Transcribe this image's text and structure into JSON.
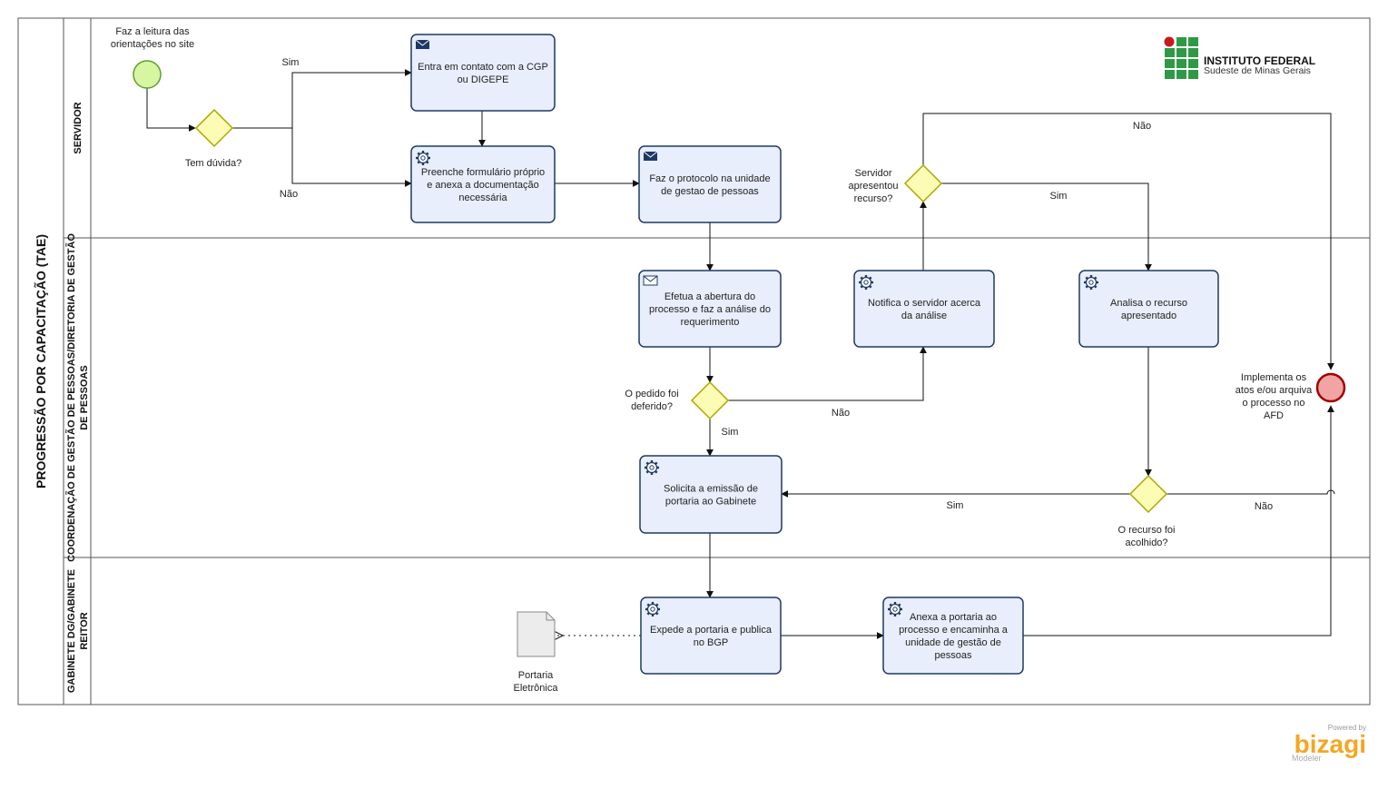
{
  "pool": {
    "title": "PROGRESSÃO POR CAPACITAÇÃO (TAE)"
  },
  "lanes": [
    {
      "id": "servidor",
      "lines": [
        "SERVIDOR"
      ]
    },
    {
      "id": "coordenacao",
      "lines": [
        "COORDENAÇÃO DE GESTÃO DE PESSOAS/DIRETORIA DE GESTÃO",
        "DE PESSOAS"
      ]
    },
    {
      "id": "gabinete",
      "lines": [
        "GABINETE DG/GABINETE",
        "REITOR"
      ]
    }
  ],
  "logo": {
    "name": "INSTITUTO FEDERAL",
    "sub": "Sudeste de Minas Gerais",
    "colors": {
      "green": "#2e9a46",
      "red": "#c8191f"
    }
  },
  "events": {
    "start": {
      "lines": [
        "Faz a leitura das",
        "orientações no site"
      ]
    },
    "end": {
      "lines": [
        "Implementa os",
        "atos e/ou arquiva",
        "o processo no",
        "AFD"
      ]
    }
  },
  "tasks": {
    "t1": {
      "icon": "envelope-icon",
      "lines": [
        "Entra em contato com a CGP",
        "ou DIGEPE"
      ]
    },
    "t2": {
      "icon": "gear-icon",
      "lines": [
        "Preenche formulário próprio",
        "e anexa a documentação",
        "necessária"
      ]
    },
    "t3": {
      "icon": "envelope-icon",
      "lines": [
        "Faz o protocolo na unidade",
        "de gestao de pessoas"
      ]
    },
    "t4": {
      "icon": "envelope-icon",
      "lines": [
        "Efetua a abertura do",
        "processo e faz a análise do",
        "requerimento"
      ]
    },
    "t5": {
      "icon": "gear-icon",
      "lines": [
        "Notifica o servidor  acerca",
        "da análise"
      ]
    },
    "t6": {
      "icon": "gear-icon",
      "lines": [
        "Analisa o recurso",
        "apresentado"
      ]
    },
    "t7": {
      "icon": "gear-icon",
      "lines": [
        "Solicita a emissão de",
        "portaria ao Gabinete"
      ]
    },
    "t8": {
      "icon": "gear-icon",
      "lines": [
        "Expede a portaria e publica",
        "no BGP"
      ]
    },
    "t9": {
      "icon": "gear-icon",
      "lines": [
        "Anexa a portaria ao",
        "processo e encaminha a",
        "unidade de gestão de",
        "pessoas"
      ]
    }
  },
  "gateways": {
    "g1": {
      "lines": [
        "Tem dúvida?"
      ]
    },
    "g2": {
      "lines": [
        "Servidor",
        "apresentou",
        "recurso?"
      ]
    },
    "g3": {
      "lines": [
        "O pedido foi",
        "deferido?"
      ]
    },
    "g4": {
      "lines": [
        "O recurso foi",
        "acolhido?"
      ]
    }
  },
  "flow_labels": {
    "g1_sim": "Sim",
    "g1_nao": "Não",
    "g2_nao": "Não",
    "g2_sim": "Sim",
    "g3_nao": "Não",
    "g3_sim": "Sim",
    "g4_sim": "Sim",
    "g4_nao": "Não"
  },
  "artifact": {
    "lines": [
      "Portaria",
      "Eletrônica"
    ]
  },
  "brand": {
    "powered": "Powered by",
    "name": "bizagi",
    "product": "Modeler",
    "color": "#f5a623"
  }
}
